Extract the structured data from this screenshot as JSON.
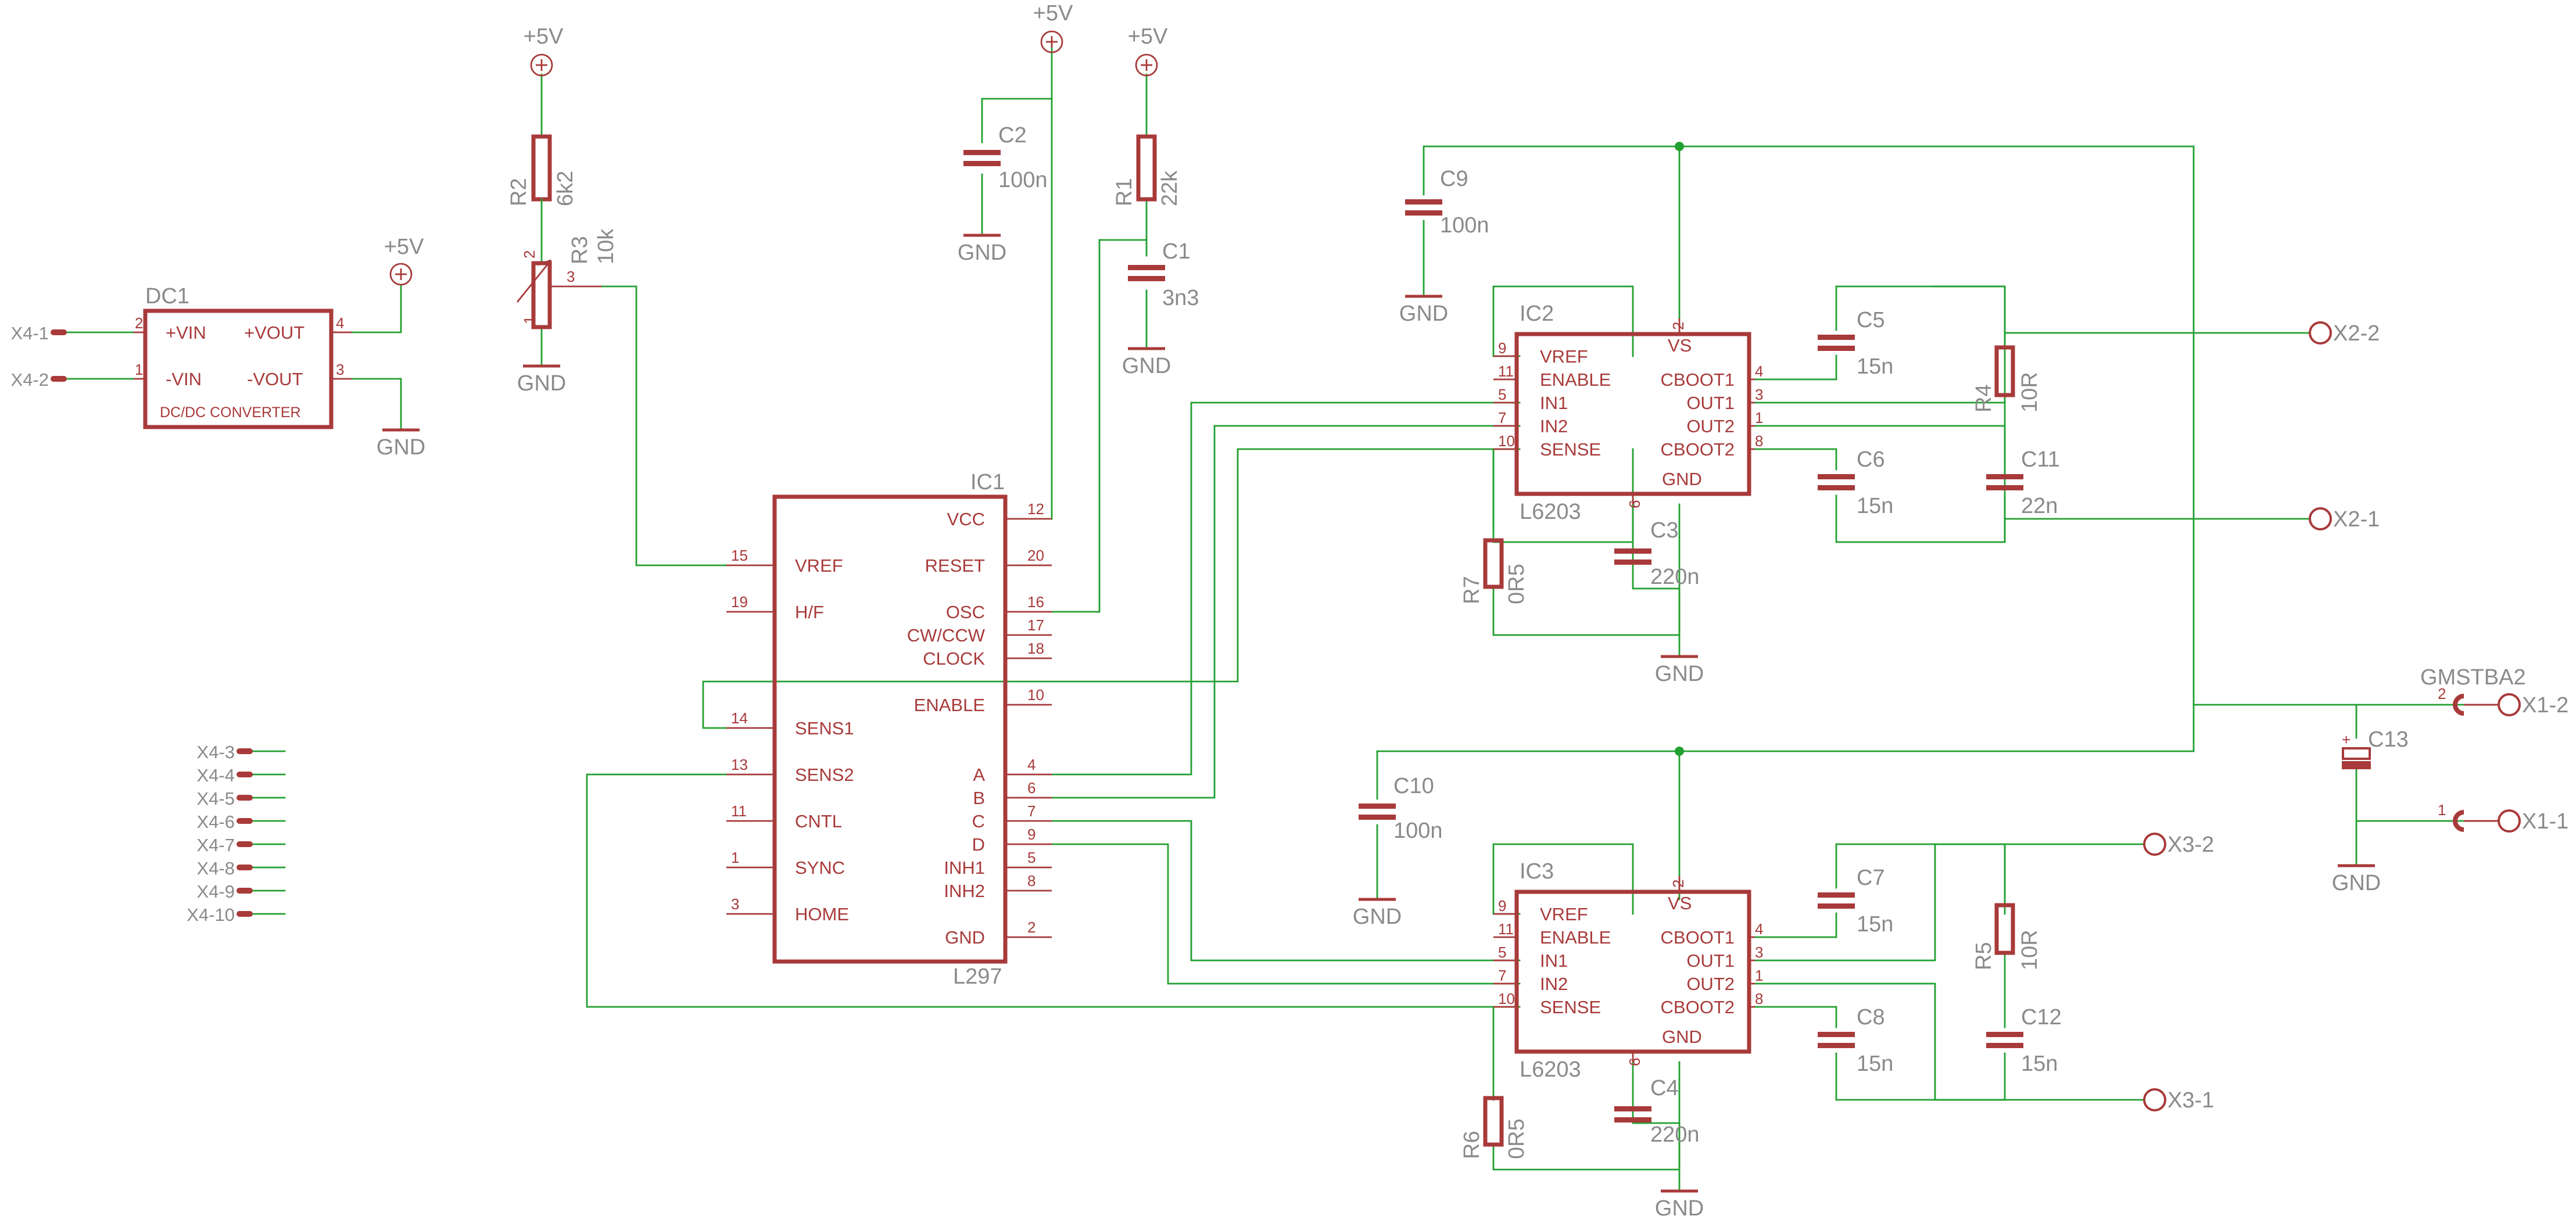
{
  "supplies": {
    "vcc": "+5V",
    "gnd": "GND"
  },
  "dc1": {
    "name": "DC1",
    "label": "DC/DC CONVERTER",
    "pins": [
      {
        "num": "2",
        "name": "+VIN"
      },
      {
        "num": "1",
        "name": "-VIN"
      },
      {
        "num": "4",
        "name": "+VOUT"
      },
      {
        "num": "3",
        "name": "-VOUT"
      }
    ]
  },
  "ic1": {
    "name": "IC1",
    "value": "L297",
    "left_pins": [
      {
        "num": "15",
        "name": "VREF"
      },
      {
        "num": "19",
        "name": "H/F"
      },
      {
        "num": "14",
        "name": "SENS1"
      },
      {
        "num": "13",
        "name": "SENS2"
      },
      {
        "num": "11",
        "name": "CNTL"
      },
      {
        "num": "1",
        "name": "SYNC"
      },
      {
        "num": "3",
        "name": "HOME"
      }
    ],
    "right_pins": [
      {
        "num": "12",
        "name": "VCC"
      },
      {
        "num": "20",
        "name": "RESET"
      },
      {
        "num": "16",
        "name": "OSC"
      },
      {
        "num": "17",
        "name": "CW/CCW"
      },
      {
        "num": "18",
        "name": "CLOCK"
      },
      {
        "num": "10",
        "name": "ENABLE"
      },
      {
        "num": "4",
        "name": "A"
      },
      {
        "num": "6",
        "name": "B"
      },
      {
        "num": "7",
        "name": "C"
      },
      {
        "num": "9",
        "name": "D"
      },
      {
        "num": "5",
        "name": "INH1"
      },
      {
        "num": "8",
        "name": "INH2"
      },
      {
        "num": "2",
        "name": "GND"
      }
    ]
  },
  "drivers": [
    {
      "name": "IC2",
      "value": "L6203",
      "top_pin": "2",
      "bottom_pin": "6",
      "top_label": "VS",
      "bottom_label": "GND",
      "left_pins": [
        {
          "num": "9",
          "name": ""
        },
        {
          "num": "11",
          "name": "VREF"
        },
        {
          "num": "5",
          "name": "ENABLE"
        },
        {
          "num": "7",
          "name": "IN1"
        },
        {
          "num": "10",
          "name": "IN2"
        },
        {
          "num": "",
          "name": "SENSE"
        }
      ],
      "right_pins": [
        {
          "num": "4",
          "name": "CBOOT1"
        },
        {
          "num": "3",
          "name": "OUT1"
        },
        {
          "num": "1",
          "name": "OUT2"
        },
        {
          "num": "8",
          "name": "CBOOT2"
        }
      ]
    },
    {
      "name": "IC3",
      "value": "L6203",
      "top_pin": "2",
      "bottom_pin": "6",
      "top_label": "VS",
      "bottom_label": "GND",
      "left_pins": [
        {
          "num": "9",
          "name": ""
        },
        {
          "num": "11",
          "name": "VREF"
        },
        {
          "num": "5",
          "name": "ENABLE"
        },
        {
          "num": "7",
          "name": "IN1"
        },
        {
          "num": "10",
          "name": "IN2"
        },
        {
          "num": "",
          "name": "SENSE"
        }
      ],
      "right_pins": [
        {
          "num": "4",
          "name": "CBOOT1"
        },
        {
          "num": "3",
          "name": "OUT1"
        },
        {
          "num": "1",
          "name": "OUT2"
        },
        {
          "num": "8",
          "name": "CBOOT2"
        }
      ]
    }
  ],
  "resistors": {
    "r1": {
      "name": "R1",
      "value": "22k"
    },
    "r2": {
      "name": "R2",
      "value": "6k2"
    },
    "r3": {
      "name": "R3",
      "value": "10k"
    },
    "r4": {
      "name": "R4",
      "value": "10R"
    },
    "r5": {
      "name": "R5",
      "value": "10R"
    },
    "r6": {
      "name": "R6",
      "value": "0R5"
    },
    "r7": {
      "name": "R7",
      "value": "0R5"
    }
  },
  "capacitors": {
    "c1": {
      "name": "C1",
      "value": "3n3"
    },
    "c2": {
      "name": "C2",
      "value": "100n"
    },
    "c3": {
      "name": "C3",
      "value": "220n"
    },
    "c4": {
      "name": "C4",
      "value": "220n"
    },
    "c5": {
      "name": "C5",
      "value": "15n"
    },
    "c6": {
      "name": "C6",
      "value": "15n"
    },
    "c7": {
      "name": "C7",
      "value": "15n"
    },
    "c8": {
      "name": "C8",
      "value": "15n"
    },
    "c9": {
      "name": "C9",
      "value": "100n"
    },
    "c10": {
      "name": "C10",
      "value": "100n"
    },
    "c11": {
      "name": "C11",
      "value": "22n"
    },
    "c12": {
      "name": "C12",
      "value": "15n"
    },
    "c13": {
      "name": "C13",
      "value": ""
    }
  },
  "r3_pins": {
    "wiper": "3",
    "top": "2",
    "bottom": "1"
  },
  "connectors": {
    "x2": [
      "X2-2",
      "X2-1"
    ],
    "x3": [
      "X3-2",
      "X3-1"
    ],
    "x1": {
      "name": "GMSTBA2",
      "pins": [
        "X1-2",
        "X1-1"
      ],
      "pin_nums": [
        "2",
        "1"
      ]
    },
    "x4": [
      "X4-1",
      "X4-2",
      "X4-3",
      "X4-4",
      "X4-5",
      "X4-6",
      "X4-7",
      "X4-8",
      "X4-9",
      "X4-10"
    ]
  }
}
